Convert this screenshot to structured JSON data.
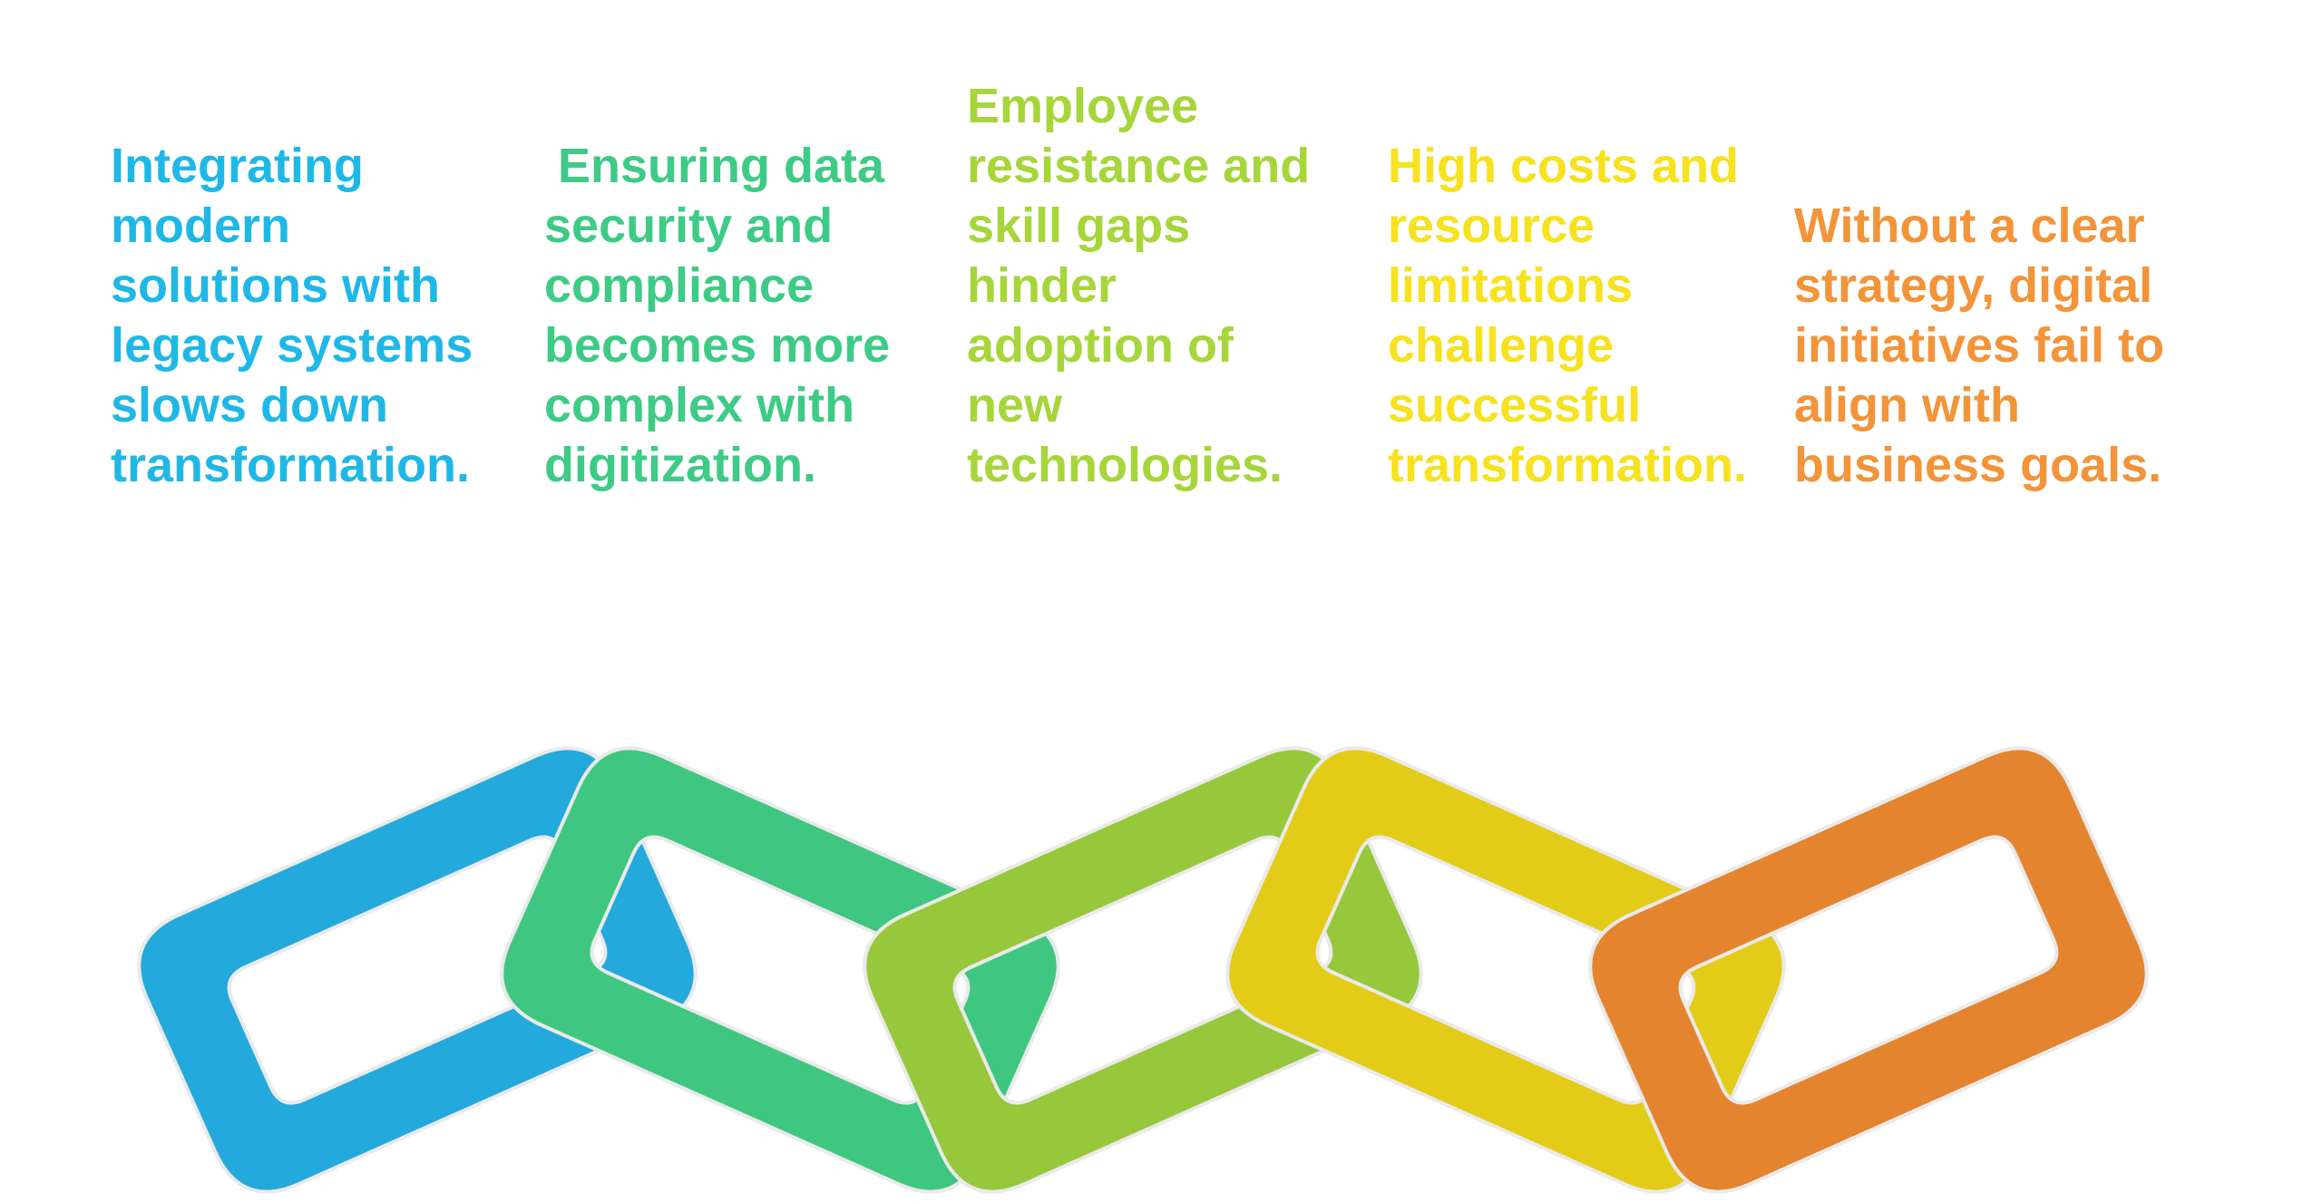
{
  "steps": [
    {
      "lines": [
        "Integrating",
        "modern",
        "solutions with",
        "legacy systems",
        "slows down",
        "transformation."
      ],
      "color": "#1FB8E6",
      "link_top": "#23A9DB",
      "link_bottom": "#2A86AE"
    },
    {
      "lines": [
        " Ensuring data",
        "security and",
        "compliance",
        "becomes more",
        "complex with",
        "digitization."
      ],
      "color": "#3DCB85",
      "link_top": "#3FC680",
      "link_bottom": "#3F9470"
    },
    {
      "lines": [
        "Employee",
        "resistance and",
        "skill gaps",
        "hinder",
        "adoption of",
        "new",
        "technologies."
      ],
      "color": "#A6D63A",
      "link_top": "#97C73A",
      "link_bottom": "#7C9E43"
    },
    {
      "lines": [
        "High costs and",
        "resource",
        "limitations",
        "challenge",
        "successful",
        "transformation."
      ],
      "color": "#F6E21E",
      "link_top": "#E3CC18",
      "link_bottom": "#B6A12A"
    },
    {
      "lines": [
        "Without a clear",
        "strategy, digital",
        "initiatives fail to",
        "align with",
        "business goals."
      ],
      "color": "#F39439",
      "link_top": "#E4842F",
      "link_bottom": "#B5703B"
    }
  ]
}
